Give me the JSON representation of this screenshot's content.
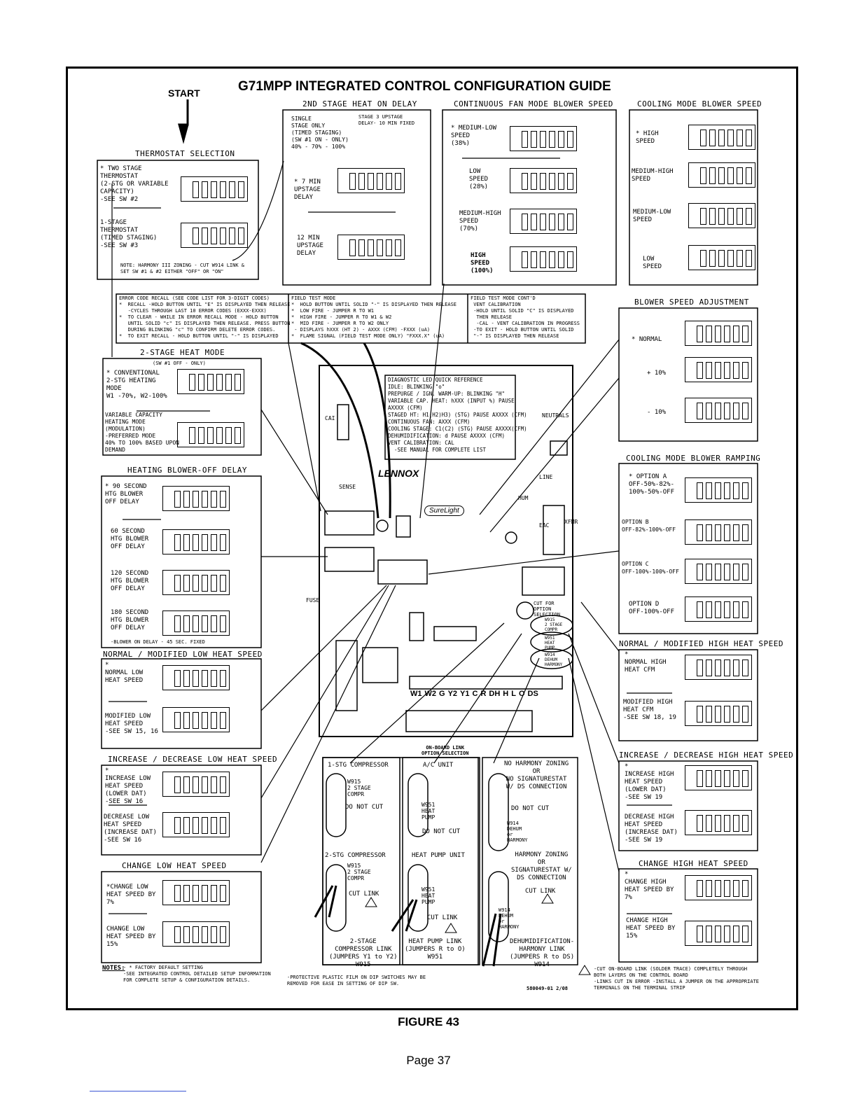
{
  "header": {
    "title": "G71MPP INTEGRATED CONTROL CONFIGURATION GUIDE",
    "start": "START"
  },
  "sections": {
    "thermostat": {
      "title": "THERMOSTAT SELECTION",
      "opt1": "* TWO STAGE\nTHERMOSTAT\n(2-STG OR VARIABLE\nCAPACITY)\n-SEE SW #2",
      "opt2": "1-STAGE\nTHERMOSTAT\n(TIMED STAGING)\n-SEE SW #3",
      "note": "NOTE: HARMONY III ZONING - CUT W914 LINK &\nSET SW #1 & #2 EITHER \"OFF\" OR \"ON\""
    },
    "stage2": {
      "title": "2ND STAGE HEAT ON DELAY",
      "single": "SINGLE\nSTAGE ONLY\n(TIMED STAGING)\n(SW #1 ON - ONLY)\n40% - 70% - 100%",
      "stage3": "STAGE 3 UPSTAGE\nDELAY- 10 MIN FIXED",
      "opt1": "* 7 MIN\nUPSTAGE\nDELAY",
      "opt2": "12 MIN\nUPSTAGE\nDELAY"
    },
    "fan": {
      "title": "CONTINUOUS FAN MODE BLOWER SPEED",
      "opts": [
        "* MEDIUM-LOW\nSPEED\n(38%)",
        "LOW\nSPEED\n(28%)",
        "MEDIUM-HIGH\nSPEED\n(70%)",
        "HIGH\nSPEED\n(100%)"
      ]
    },
    "cool": {
      "title": "COOLING MODE BLOWER SPEED",
      "opts": [
        "* HIGH\nSPEED",
        "MEDIUM-HIGH\nSPEED",
        "MEDIUM-LOW\nSPEED",
        "LOW\nSPEED"
      ]
    },
    "adjust": {
      "title": "BLOWER SPEED ADJUSTMENT",
      "opts": [
        "* NORMAL",
        "+ 10%",
        "- 10%"
      ]
    },
    "ramp": {
      "title": "COOLING MODE BLOWER RAMPING",
      "opts": [
        "* OPTION A\nOFF-50%-82%-\n100%-50%-OFF",
        "OPTION B\nOFF-82%-100%-OFF",
        "OPTION C\nOFF-100%-100%-OFF",
        "OPTION D\nOFF-100%-OFF"
      ]
    },
    "twostage": {
      "title": "2-STAGE HEAT MODE",
      "sub": "(SW #1 OFF - ONLY)",
      "opt1": "* CONVENTIONAL\n2-STG HEATING\nMODE\nW1 -70%, W2-100%",
      "opt2": "VARIABLE CAPACITY\nHEATING MODE\n(MODULATION)\n-PREFERRED MODE\n40% TO 100% BASED UPON\nDEMAND"
    },
    "bloweroff": {
      "title": "HEATING BLOWER-OFF DELAY",
      "opts": [
        "* 90 SECOND\nHTG BLOWER\nOFF DELAY",
        "60 SECOND\nHTG BLOWER\nOFF DELAY",
        "120 SECOND\nHTG BLOWER\nOFF DELAY",
        "180 SECOND\nHTG BLOWER\nOFF DELAY"
      ],
      "note": "-BLOWER ON DELAY - 45 SEC. FIXED"
    },
    "lowheat": {
      "title": "NORMAL / MODIFIED  LOW HEAT SPEED",
      "opt1": "*\nNORMAL LOW\nHEAT SPEED",
      "opt2": "MODIFIED LOW\nHEAT SPEED\n-SEE SW 15, 16"
    },
    "inclow": {
      "title": "INCREASE / DECREASE LOW HEAT SPEED",
      "opt1": "*\nINCREASE LOW\nHEAT SPEED\n(LOWER DAT)\n-SEE SW 16",
      "opt2": "DECREASE LOW\nHEAT SPEED\n(INCREASE DAT)\n-SEE SW 16"
    },
    "chlow": {
      "title": "CHANGE LOW HEAT SPEED",
      "opt1": "*CHANGE LOW\nHEAT SPEED BY\n7%",
      "opt2": "CHANGE LOW\nHEAT SPEED BY\n15%"
    },
    "highheat": {
      "title": "NORMAL / MODIFIED HIGH HEAT SPEED",
      "opt1": "*\nNORMAL HIGH\nHEAT CFM",
      "opt2": "MODIFIED HIGH\nHEAT CFM\n-SEE SW 18, 19"
    },
    "inchigh": {
      "title": "INCREASE / DECREASE HIGH HEAT SPEED",
      "opt1": "*\nINCREASE HIGH\nHEAT SPEED\n(LOWER DAT)\n-SEE SW 19",
      "opt2": "DECREASE HIGH\nHEAT SPEED\n(INCREASE DAT)\n-SEE SW 19"
    },
    "chhigh": {
      "title": "CHANGE HIGH HEAT SPEED",
      "opt1": "*\nCHANGE HIGH\nHEAT SPEED BY\n7%",
      "opt2": "CHANGE HIGH\nHEAT SPEED BY\n15%"
    }
  },
  "error": {
    "col1": "ERROR CODE RECALL (SEE CODE LIST FOR 3-DIGIT CODES)\n*  RECALL -HOLD BUTTON UNTIL \"E\" IS DISPLAYED THEN RELEASE\n   -CYCLES THROUGH LAST 10 ERROR CODES (EXXX-EXXX)\n*  TO CLEAR - WHILE IN ERROR RECALL MODE - HOLD BUTTON\n   UNTIL SOLID \"c\" IS DISPLAYED THEN RELEASE. PRESS BUTTON\n   DURING BLINKING \"c\" TO CONFIRM DELETE ERROR CODES.\n*  TO EXIT RECALL - HOLD BUTTON UNTIL \"-\" IS DISPLAYED",
    "col2": "FIELD TEST MODE\n*  HOLD BUTTON UNTIL SOLID \"-\" IS DISPLAYED THEN RELEASE\n*  LOW FIRE - JUMPER R TO W1\n*  HIGH FIRE - JUMPER R TO W1 & W2\n*  MID FIRE - JUMPER R TO W2 ONLY\n - DISPLAYS hXXX (HT 2) - AXXX (CFM) -FXXX (uA)\n*  FLAME SIGNAL (FIELD TEST MODE ONLY) \"FXXX.X\" (uA)",
    "col3": "FIELD TEST MODE CONT'D\n VENT CALIBRATION\n -HOLD UNTIL SOLID \"C\" IS DISPLAYED\n  THEN RELEASE\n  -CAL - VENT CALIBRATION IN PROGRESS\n -TO EXIT - HOLD BUTTON UNTIL SOLID\n \"-\" IS DISPLAYED THEN RELEASE"
  },
  "diagnostic": "DIAGNOSTIC LED QUICK REFERENCE\nIDLE: BLINKING \"o\"\nPREPURGE / IGN. WARM-UP: BLINKING \"H\"\nVARIABLE CAP. HEAT: hXXX (INPUT %) PAUSE\nAXXXX (CFM)\nSTAGED HT: H1(H2)H3) (STG) PAUSE AXXXX (CFM)\nCONTINUOUS FAN: AXXX (CFM)\nCOOLING STAGE: C1(C2) (STG) PAUSE AXXXX(CFM)\nDEHUMIDIFICATION: d PAUSE AXXXX (CFM)\nVENT CALIBRATION: CAL\n  -SEE MANUAL FOR COMPLETE LIST",
  "board": {
    "terminals": [
      "W1",
      "W2",
      "G",
      "Y2",
      "Y1",
      "C",
      "R",
      "DH",
      "H",
      "L",
      "O",
      "DS"
    ],
    "logo": "LENNOX",
    "surelight": "SureLight",
    "labels": {
      "cai": "CAI",
      "sense": "SENSE",
      "fuse": "FUSE",
      "hum": "HUM",
      "eac": "EAC",
      "line": "LINE",
      "neutrals": "NEUTRALS",
      "xfmr": "XFMR"
    },
    "cut": "CUT FOR\nOPTION\nSELECTION",
    "w915": "W915\n2 STAGE\nCOMPR",
    "w951": "W951\nHEAT\nPUMP",
    "w914": "W914\nDEHUM\nHARMONY"
  },
  "links": {
    "onboard": "ON-BOARD LINK\nOPTION SELECTION",
    "compressor": {
      "top": "1-STG COMPRESSOR",
      "w": "W915\n2 STAGE\nCOMPR",
      "nocut": "DO NOT CUT",
      "bottom": "2-STG COMPRESSOR",
      "w2": "W915\n2 STAGE\nCOMPR",
      "cut": "CUT LINK",
      "caption": "2-STAGE\nCOMPRESSOR LINK\n(JUMPERS Y1 to Y2)\nW915"
    },
    "heatpump": {
      "top": "A/C UNIT",
      "w": "W951\nHEAT\nPUMP",
      "nocut": "DO NOT CUT",
      "bottom": "HEAT PUMP UNIT",
      "w2": "W951\nHEAT\nPUMP",
      "cut": "CUT LINK",
      "caption": "HEAT PUMP LINK\n(JUMPERS R to O)\nW951"
    },
    "dehum": {
      "top": "NO HARMONY ZONING\nOR\nNO SIGNATURESTAT\nW/ DS CONNECTION",
      "nocut": "DO NOT CUT",
      "w": "W914\nDEHUM\nor\nHARMONY",
      "mid": "HARMONY ZONING\nOR\nSIGNATURESTAT W/\nDS CONNECTION",
      "cut": "CUT LINK",
      "w2": "W914\nDEHUM\nor\nHARMONY",
      "caption": "DEHUMIDIFICATION-\nHARMONY LINK\n(JUMPERS R to DS)\nW914"
    }
  },
  "notes": {
    "label": "NOTES:",
    "left": "- * FACTORY DEFAULT SETTING\n-SEE INTEGRATED CONTROL DETAILED SETUP INFORMATION\nFOR COMPLETE SETUP & CONFIGURATION DETAILS.",
    "mid": "-PROTECTIVE PLASTIC FILM ON DIP SWITCHES MAY BE\nREMOVED FOR EASE IN SETTING OF DIP SW.",
    "part": "580049-01 2/08",
    "right": "-CUT ON-BOARD LINK (SOLDER TRACE) COMPLETELY THROUGH\nBOTH LAYERS ON THE CONTROL BOARD\n-LINKS CUT IN ERROR -INSTALL A JUMPER ON THE APPROPRIATE\nTERMINALS ON THE TERMINAL STRIP"
  },
  "footer": {
    "figure": "FIGURE 43",
    "page": "Page 37"
  }
}
